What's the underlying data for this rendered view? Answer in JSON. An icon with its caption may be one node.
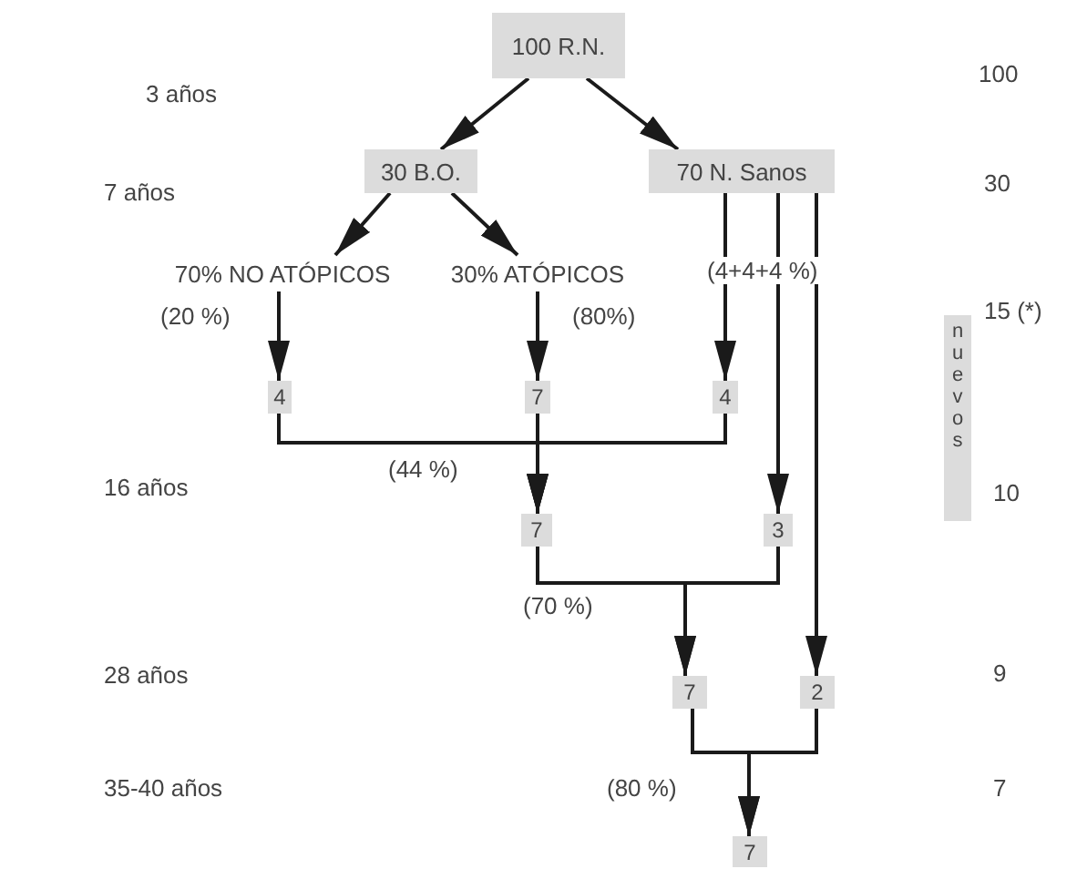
{
  "diagram": {
    "nodes": [
      {
        "text": [
          "100 R.N."
        ]
      },
      {
        "text": [
          "30 B.O."
        ]
      },
      {
        "text": [
          "70 N. Sanos"
        ]
      },
      {
        "text": [
          "70% NO ATÓPICOS"
        ],
        "beside": [
          "(20 %)"
        ]
      },
      {
        "text": [
          "30% ATÓPICOS"
        ],
        "beside": [
          "(80%)"
        ]
      },
      {
        "text": [
          "4"
        ]
      },
      {
        "text": [
          "7"
        ]
      },
      {
        "text": [
          "4"
        ]
      },
      {
        "text": [
          "7"
        ]
      },
      {
        "text": [
          "3"
        ]
      },
      {
        "text": [
          "7"
        ]
      },
      {
        "text": [
          "2"
        ]
      },
      {
        "text": [
          "7"
        ]
      },
      {
        "text": [
          "nuevos"
        ]
      }
    ],
    "edges": [
      {
        "from": 0,
        "to": 1,
        "arrow": "to"
      },
      {
        "from": 0,
        "to": 2,
        "arrow": "to"
      },
      {
        "from": 1,
        "to": 3,
        "arrow": "to"
      },
      {
        "from": 1,
        "to": 4,
        "arrow": "to"
      },
      {
        "from": 3,
        "to": 5,
        "arrow": "to"
      },
      {
        "from": 4,
        "to": 6,
        "arrow": "to"
      },
      {
        "from": 2,
        "to": 7,
        "arrow": "to"
      },
      {
        "from": 2,
        "to": 9,
        "arrow": "to"
      },
      {
        "from": 2,
        "to": 11,
        "arrow": "to"
      },
      {
        "from": 5,
        "to": 8,
        "arrow": "to"
      },
      {
        "from": 6,
        "to": 8,
        "arrow": "to"
      },
      {
        "from": 7,
        "to": 8,
        "arrow": "to"
      },
      {
        "from": 8,
        "to": 10,
        "arrow": "to"
      },
      {
        "from": 9,
        "to": 10,
        "arrow": "to"
      },
      {
        "from": 10,
        "to": 12,
        "arrow": "to"
      },
      {
        "from": 11,
        "to": 12,
        "arrow": "to"
      }
    ],
    "labels": [
      "3 años",
      "100",
      "7 años",
      "30",
      "(4+4+4 %)",
      "15 (*)",
      "16 años",
      "(44 %)",
      "10",
      "(70 %)",
      "28 años",
      "9",
      "35-40 años",
      "(80 %)",
      "7"
    ]
  }
}
